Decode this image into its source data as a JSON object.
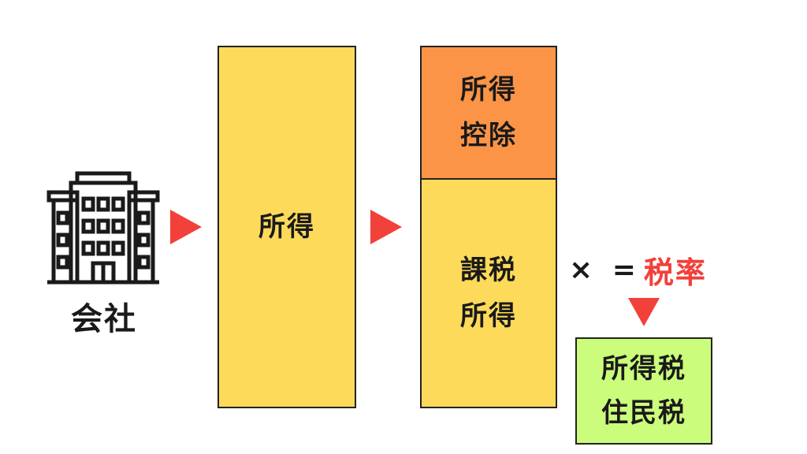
{
  "company": {
    "label": "会社",
    "icon": "office-building-icon"
  },
  "income": {
    "label": "所得"
  },
  "deduction": {
    "label": "所得\n控除"
  },
  "taxable_income": {
    "label": "課税\n所得"
  },
  "formula": {
    "operators": "× =",
    "rate_label": "税率"
  },
  "result": {
    "label": "所得税\n住民税"
  },
  "colors": {
    "income_fill": "#fdda59",
    "deduction_fill": "#fb9446",
    "result_fill": "#cbfc7b",
    "arrow": "#f2403a",
    "rate_text": "#f2403a",
    "outline": "#222222"
  }
}
